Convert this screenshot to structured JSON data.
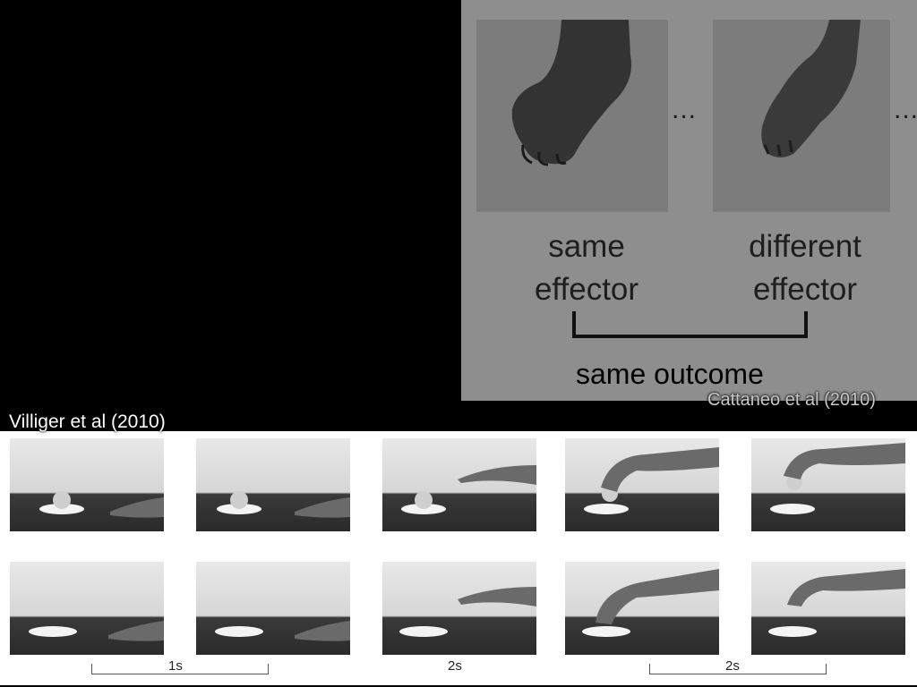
{
  "cattaneo": {
    "ellipsis": "...",
    "label_same": [
      "same",
      "effector"
    ],
    "label_different": [
      "different",
      "effector"
    ],
    "outcome": "same outcome",
    "citation": "Cattaneo et al (2010)"
  },
  "villiger": {
    "citation": "Villiger et al (2010)",
    "timeline": [
      "1s",
      "2s",
      "2s"
    ]
  }
}
